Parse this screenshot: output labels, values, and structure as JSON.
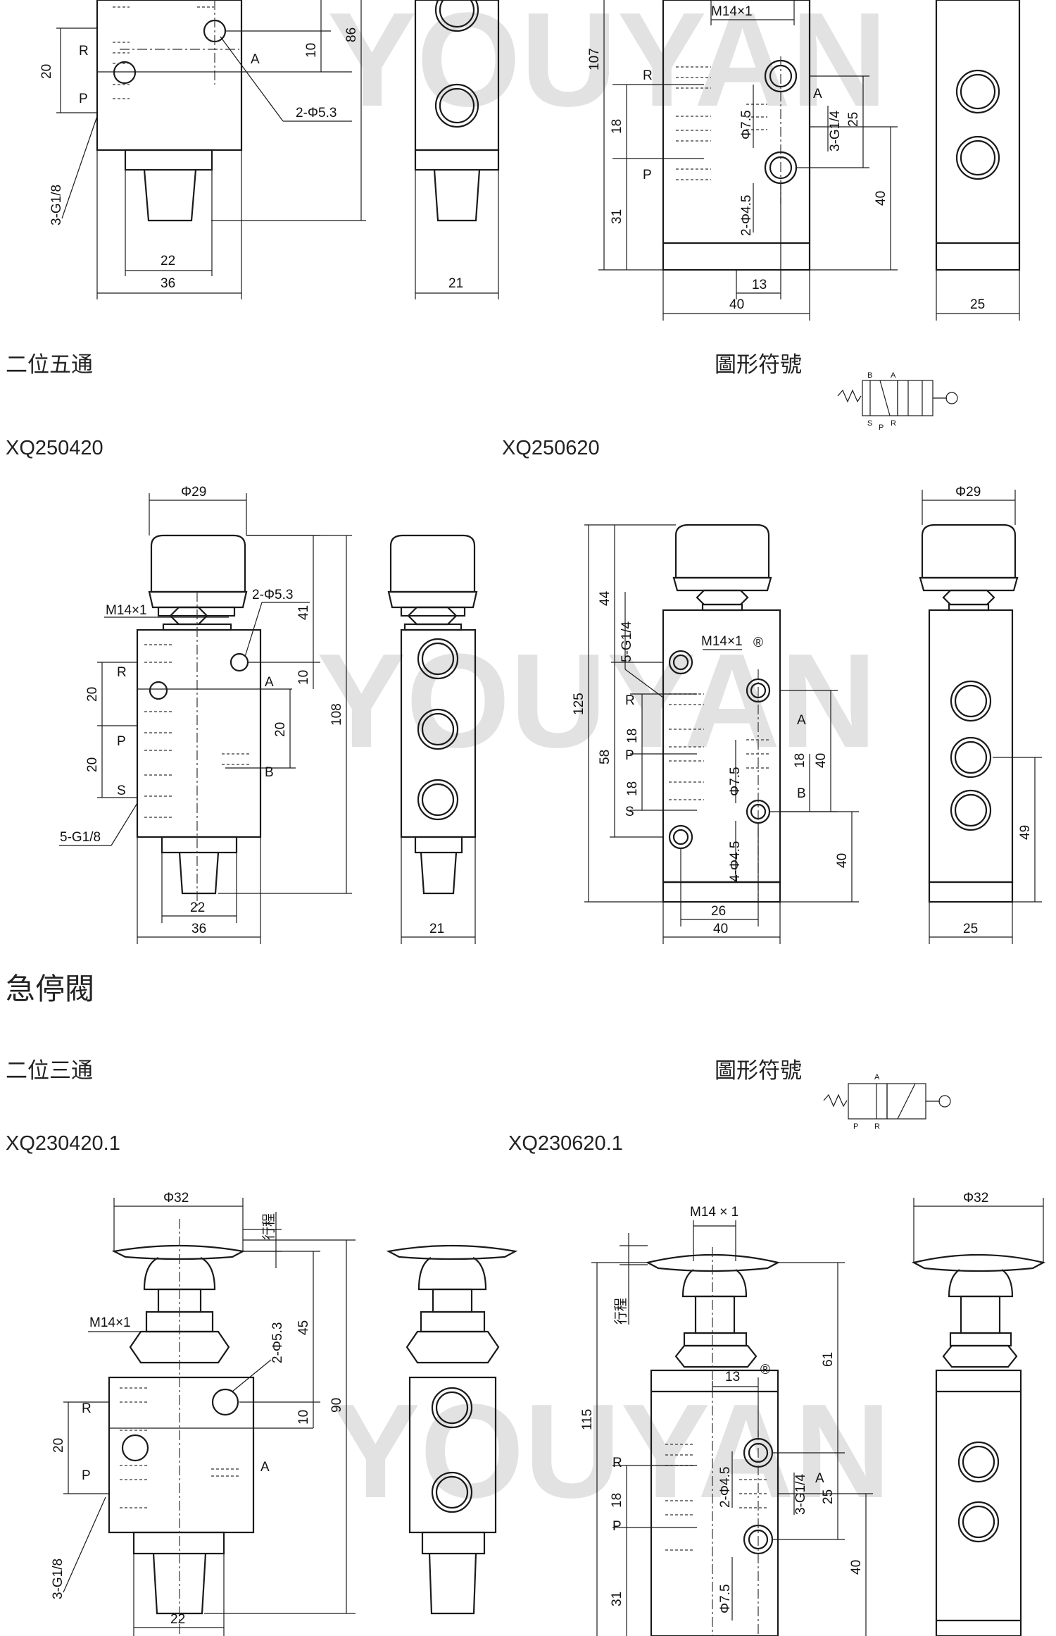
{
  "watermark": "YOUYAN",
  "registered_mark": "®",
  "labels": {
    "symbol_title": "圖形符號",
    "section_5_2": "二位五通",
    "section_estop": "急停閥",
    "section_3_2": "二位三通"
  },
  "models": {
    "m1": "XQ250420",
    "m2": "XQ250620",
    "m3": "XQ230420.1",
    "m4": "XQ230620.1"
  },
  "ports": {
    "R": "R",
    "P": "P",
    "A": "A",
    "B": "B",
    "S": "S"
  },
  "stroke_label": "行程",
  "dims": {
    "top": {
      "d20": "20",
      "d10": "10",
      "d86": "86",
      "hole": "2-Φ5.3",
      "port": "3-G1/8",
      "d22": "22",
      "d36": "36",
      "d21": "21",
      "d107": "107",
      "thread": "M14×1",
      "d18": "18",
      "d31": "31",
      "phi75": "Φ7.5",
      "hole2": "2-Φ4.5",
      "port2": "3-G1/4",
      "d25": "25",
      "d40": "40",
      "d13": "13",
      "d40w": "40",
      "d25w": "25"
    },
    "mid": {
      "phi29": "Φ29",
      "thread": "M14×1",
      "hole": "2-Φ5.3",
      "d41": "41",
      "d10": "10",
      "d20a": "20",
      "d20b": "20",
      "d20c": "20",
      "d108": "108",
      "port": "5-G1/8",
      "d22": "22",
      "d36": "36",
      "d21": "21",
      "port2": "5-G1/4",
      "thread2": "M14×1",
      "d44": "44",
      "d125": "125",
      "d58": "58",
      "d18a": "18",
      "d18b": "18",
      "phi75": "Φ7.5",
      "hole2": "4-Φ4.5",
      "d18c": "18",
      "d40a": "40",
      "d40b": "40",
      "d26": "26",
      "d40w": "40",
      "phi29b": "Φ29",
      "d49": "49",
      "d25": "25"
    },
    "bot": {
      "phi32": "Φ32",
      "thread": "M14×1",
      "hole": "2-Φ5.3",
      "d45": "45",
      "d90": "90",
      "d10": "10",
      "d20": "20",
      "port": "3-G1/8",
      "d22": "22",
      "thread2": "M14 × 1",
      "d115": "115",
      "d61": "61",
      "d13": "13",
      "hole2": "2-Φ4.5",
      "port2": "3-G1/4",
      "d25": "25",
      "d18": "18",
      "d40": "40",
      "d31": "31",
      "phi75": "Φ7.5",
      "phi32b": "Φ32"
    }
  }
}
